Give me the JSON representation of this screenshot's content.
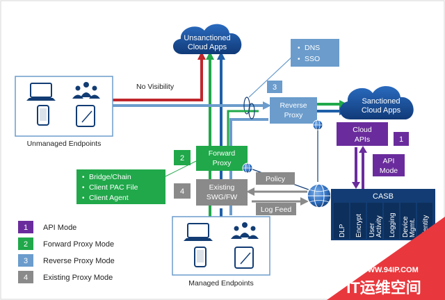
{
  "clouds": {
    "unsanctioned": [
      "Unsanctioned",
      "Cloud Apps"
    ],
    "sanctioned": [
      "Sanctioned",
      "Cloud Apps"
    ]
  },
  "dns_sso": [
    "DNS",
    "SSO"
  ],
  "no_visibility": "No Visibility",
  "unmanaged_label": "Unmanaged Endpoints",
  "managed_label": "Managed Endpoints",
  "reverse_proxy": {
    "number": "3",
    "lines": [
      "Reverse",
      "Proxy"
    ]
  },
  "forward_proxy": {
    "number": "2",
    "lines": [
      "Forward",
      "Proxy"
    ]
  },
  "existing": {
    "number": "4",
    "lines": [
      "Existing",
      "SWG/FW"
    ]
  },
  "cloud_apis": {
    "number": "1",
    "lines": [
      "Cloud",
      "APIs"
    ]
  },
  "api_mode_box": [
    "API",
    "Mode"
  ],
  "green_list": [
    "Bridge/Chain",
    "Client PAC File",
    "Client Agent"
  ],
  "policy": "Policy",
  "log_feed": "Log Feed",
  "casb": {
    "title": "CASB",
    "modules": [
      [
        "DLP"
      ],
      [
        "Encrypt"
      ],
      [
        "User",
        "Activity"
      ],
      [
        "Logging"
      ],
      [
        "Device",
        "Mgmt."
      ],
      [
        "Identity"
      ]
    ]
  },
  "legend": [
    {
      "num": "1",
      "label": "API Mode",
      "color": "#6a2c9c"
    },
    {
      "num": "2",
      "label": "Forward Proxy Mode",
      "color": "#20a84a"
    },
    {
      "num": "3",
      "label": "Reverse Proxy Mode",
      "color": "#6b9ccc"
    },
    {
      "num": "4",
      "label": "Existing Proxy Mode",
      "color": "#8a8a8a"
    }
  ],
  "watermark": {
    "url": "WWW.94IP.COM",
    "name": "IT运维空间"
  },
  "colors": {
    "navy": "#123c73",
    "blue": "#1f5fa8",
    "light_blue": "#6b9ccc",
    "green": "#20a84a",
    "purple": "#6a2c9c",
    "gray": "#8a8a8a",
    "red": "#c0262c",
    "watermark_red": "#e8383d"
  }
}
